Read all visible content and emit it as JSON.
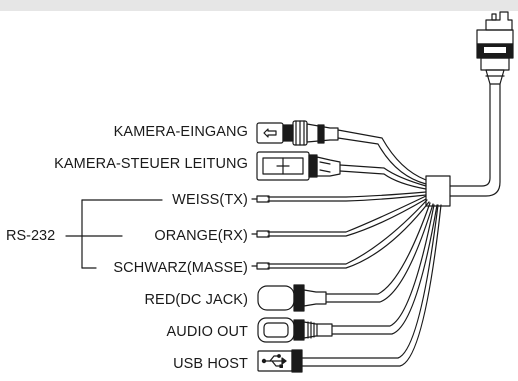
{
  "diagram": {
    "connectors": [
      {
        "label": "KAMERA-EINGANG"
      },
      {
        "label": "KAMERA-STEUER LEITUNG"
      },
      {
        "label": "WEISS(TX)"
      },
      {
        "label": "ORANGE(RX)"
      },
      {
        "label": "SCHWARZ(MASSE)"
      },
      {
        "label": "RED(DC JACK)"
      },
      {
        "label": "AUDIO OUT"
      },
      {
        "label": "USB HOST"
      }
    ],
    "group_label": "RS-232"
  },
  "colors": {
    "stroke": "#1a1a1a",
    "background": "#ffffff",
    "top_bar": "#e6e6e6"
  }
}
